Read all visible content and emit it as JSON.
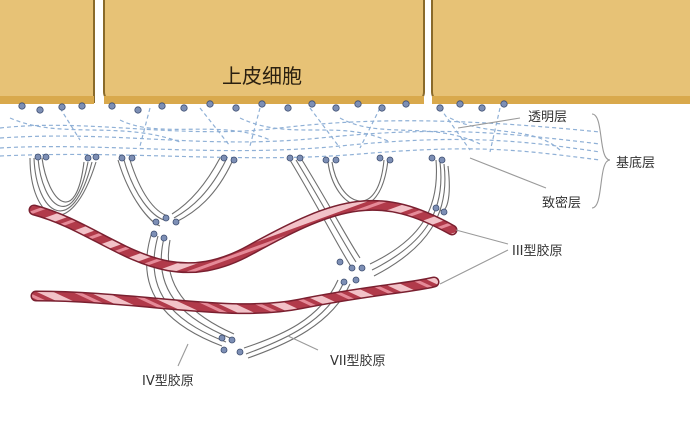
{
  "labels": {
    "epithelial_cell": "上皮细胞",
    "lamina_lucida": "透明层",
    "basal_lamina": "基底层",
    "lamina_densa": "致密层",
    "collagen_iii": "III型胶原",
    "collagen_vii": "VII型胶原",
    "collagen_iv": "IV型胶原"
  },
  "colors": {
    "cell_fill": "#e7c276",
    "cell_border": "#8a6a2a",
    "membrane": "#c9982c",
    "anchor_dot": "#7d8fb5",
    "dashed_filament": "#8fb0d6",
    "fibril_dark": "#b13a4a",
    "fibril_light": "#f2c2c8",
    "strand": "#6f6f6f"
  }
}
